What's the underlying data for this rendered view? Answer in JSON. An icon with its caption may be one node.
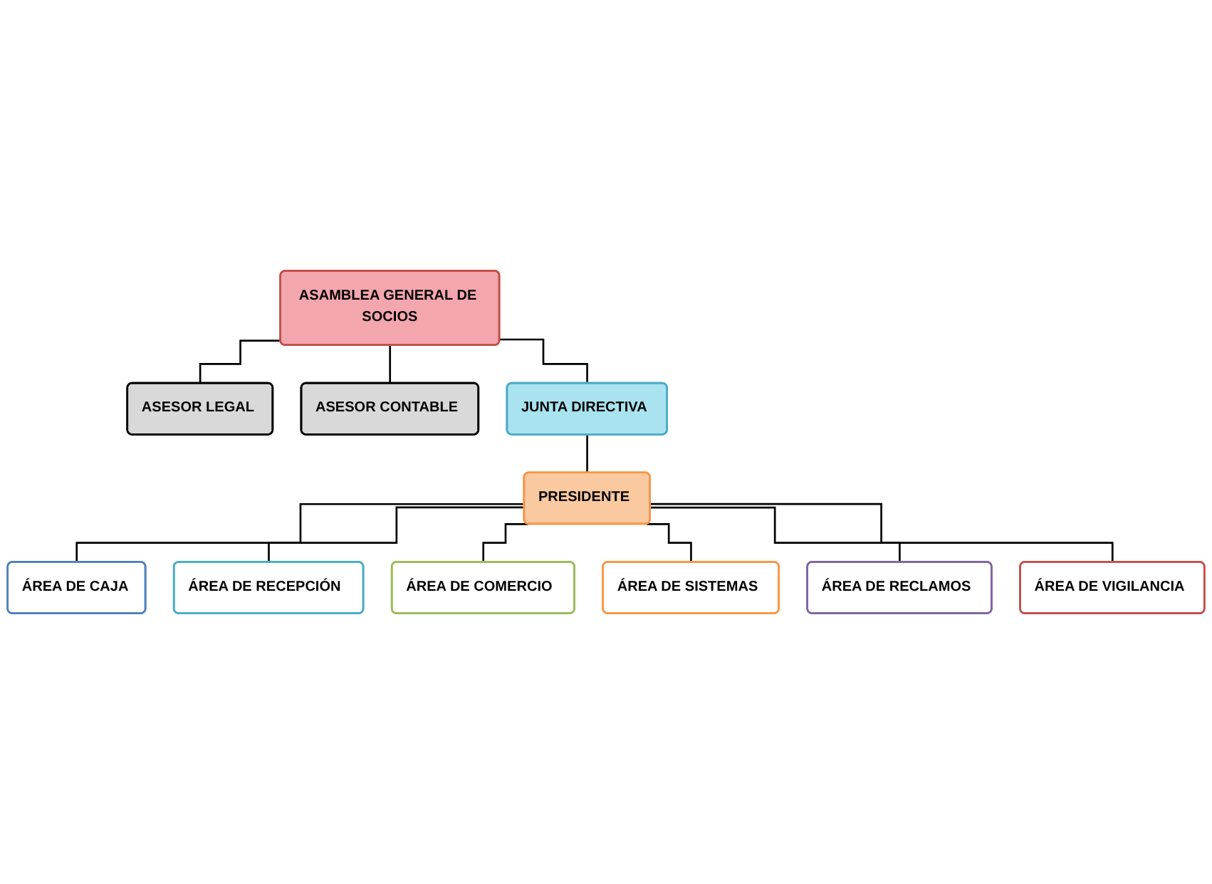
{
  "diagram": {
    "nodes": [
      {
        "text": [
          "ASAMBLEA GENERAL DE SOCIOS"
        ]
      },
      {
        "text": [
          "ASESOR LEGAL"
        ]
      },
      {
        "text": [
          "ASESOR CONTABLE"
        ]
      },
      {
        "text": [
          "JUNTA DIRECTIVA"
        ]
      },
      {
        "text": [
          "PRESIDENTE"
        ]
      },
      {
        "text": [
          "ÁREA DE CAJA"
        ]
      },
      {
        "text": [
          "ÁREA DE RECEPCIÓN"
        ]
      },
      {
        "text": [
          "ÁREA DE COMERCIO"
        ]
      },
      {
        "text": [
          "ÁREA DE SISTEMAS"
        ]
      },
      {
        "text": [
          "ÁREA DE RECLAMOS"
        ]
      },
      {
        "text": [
          "ÁREA DE VIGILANCIA"
        ]
      }
    ],
    "edges": [
      {
        "from": 0,
        "to": 1,
        "arrow": "none"
      },
      {
        "from": 0,
        "to": 3,
        "arrow": "none"
      },
      {
        "from": 0,
        "to": 2,
        "arrow": "none"
      },
      {
        "from": 3,
        "to": 4,
        "arrow": "none"
      },
      {
        "from": 4,
        "to": 5,
        "arrow": "none"
      },
      {
        "from": 4,
        "to": 6,
        "arrow": "none"
      },
      {
        "from": 4,
        "to": 7,
        "arrow": "none"
      },
      {
        "from": 4,
        "to": 8,
        "arrow": "none"
      },
      {
        "from": 4,
        "to": 9,
        "arrow": "none"
      },
      {
        "from": 4,
        "to": 10,
        "arrow": "none"
      }
    ]
  }
}
